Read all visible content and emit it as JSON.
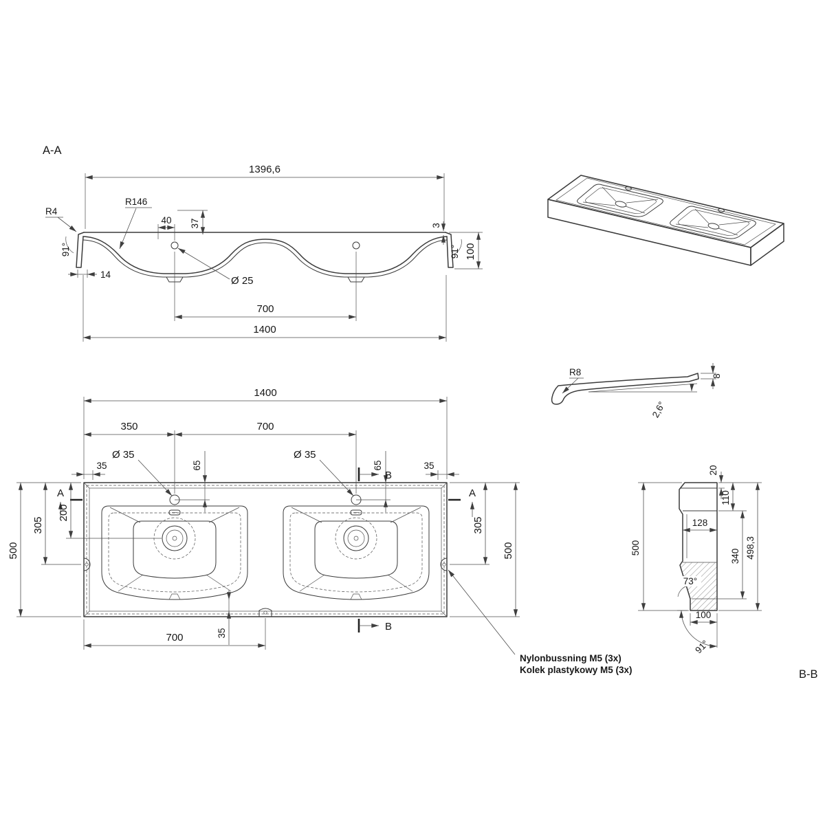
{
  "drawing": {
    "section_aa_label": "A-A",
    "section_bb_label": "B-B",
    "aa": {
      "w_top": "1396,6",
      "r4": "R4",
      "r146": "R146",
      "d40": "40",
      "d37": "37",
      "angle_l": "91°",
      "angle_r": "91°",
      "d3": "3",
      "d100": "100",
      "d14": "14",
      "hole": "Ø 25",
      "d700": "700",
      "w_total": "1400"
    },
    "plan": {
      "w": "1400",
      "d350": "350",
      "d700_top": "700",
      "hole_l": "Ø 35",
      "hole_r": "Ø 35",
      "d65_l": "65",
      "d65_r": "65",
      "d35_l": "35",
      "d35_r": "35",
      "marker_a_l": "A",
      "marker_a_r": "A",
      "marker_b_top": "B",
      "marker_b_bottom": "B",
      "d200": "200",
      "d305_l": "305",
      "d500_l": "500",
      "d305_r": "305",
      "d500_r": "500",
      "d700_bottom": "700",
      "d35_bottom": "35",
      "note_line1": "Nylonbussning M5 (3x)",
      "note_line2": "Kolek plastykowy M5 (3x)"
    },
    "detail": {
      "r8": "R8",
      "d8": "8",
      "angle": "2,6°"
    },
    "bb": {
      "d20": "20",
      "d110": "110",
      "d128": "128",
      "d340": "340",
      "d498": "498,3",
      "d500": "500",
      "angle73": "73°",
      "d100": "100",
      "angle91": "91°"
    }
  }
}
